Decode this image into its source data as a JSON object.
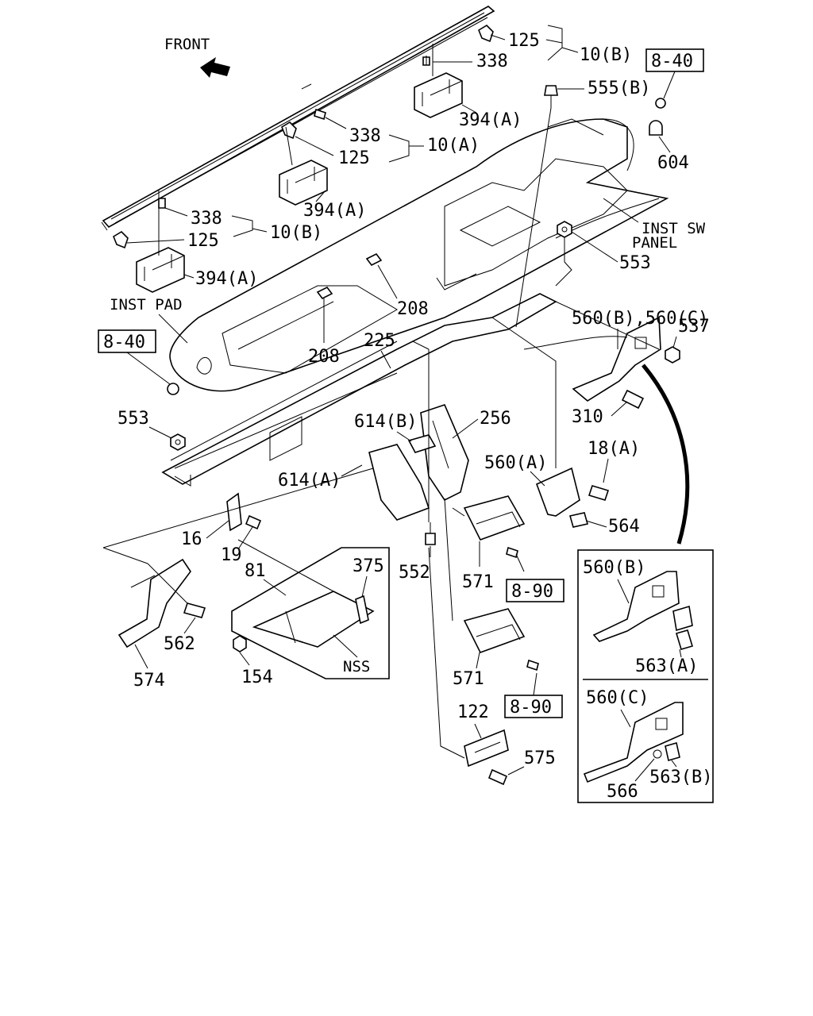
{
  "front_label": "FRONT",
  "inst_pad_label": "INST PAD",
  "inst_sw_panel_label": [
    "INST SW",
    "PANEL"
  ],
  "nss_label": "NSS",
  "refs": {
    "ref_8_40_top": "8-40",
    "ref_8_40_left": "8-40",
    "ref_8_90_upper": "8-90",
    "ref_8_90_lower": "8-90"
  },
  "callouts": {
    "c125_top": "125",
    "c10b_top": "10(B)",
    "c338_top": "338",
    "c394a_top": "394(A)",
    "c555b": "555(B)",
    "c604": "604",
    "c338_mid": "338",
    "c10a": "10(A)",
    "c125_mid": "125",
    "c394a_mid": "394(A)",
    "c338_low": "338",
    "c10b_low": "10(B)",
    "c125_low": "125",
    "c394a_low": "394(A)",
    "c553_right": "553",
    "c208_right": "208",
    "c208_left": "208",
    "c225": "225",
    "c560bc": "560(B),560(C)",
    "c537": "537",
    "c310": "310",
    "c553_left": "553",
    "c614b": "614(B)",
    "c256": "256",
    "c614a": "614(A)",
    "c560a": "560(A)",
    "c18a": "18(A)",
    "c564": "564",
    "c16": "16",
    "c19": "19",
    "c81": "81",
    "c375": "375",
    "c552": "552",
    "c571_upper": "571",
    "c562": "562",
    "c574": "574",
    "c154": "154",
    "c571_lower": "571",
    "c122": "122",
    "c575": "575",
    "inset_560b": "560(B)",
    "inset_563a": "563(A)",
    "inset_560c": "560(C)",
    "inset_566": "566",
    "inset_563b": "563(B)"
  }
}
